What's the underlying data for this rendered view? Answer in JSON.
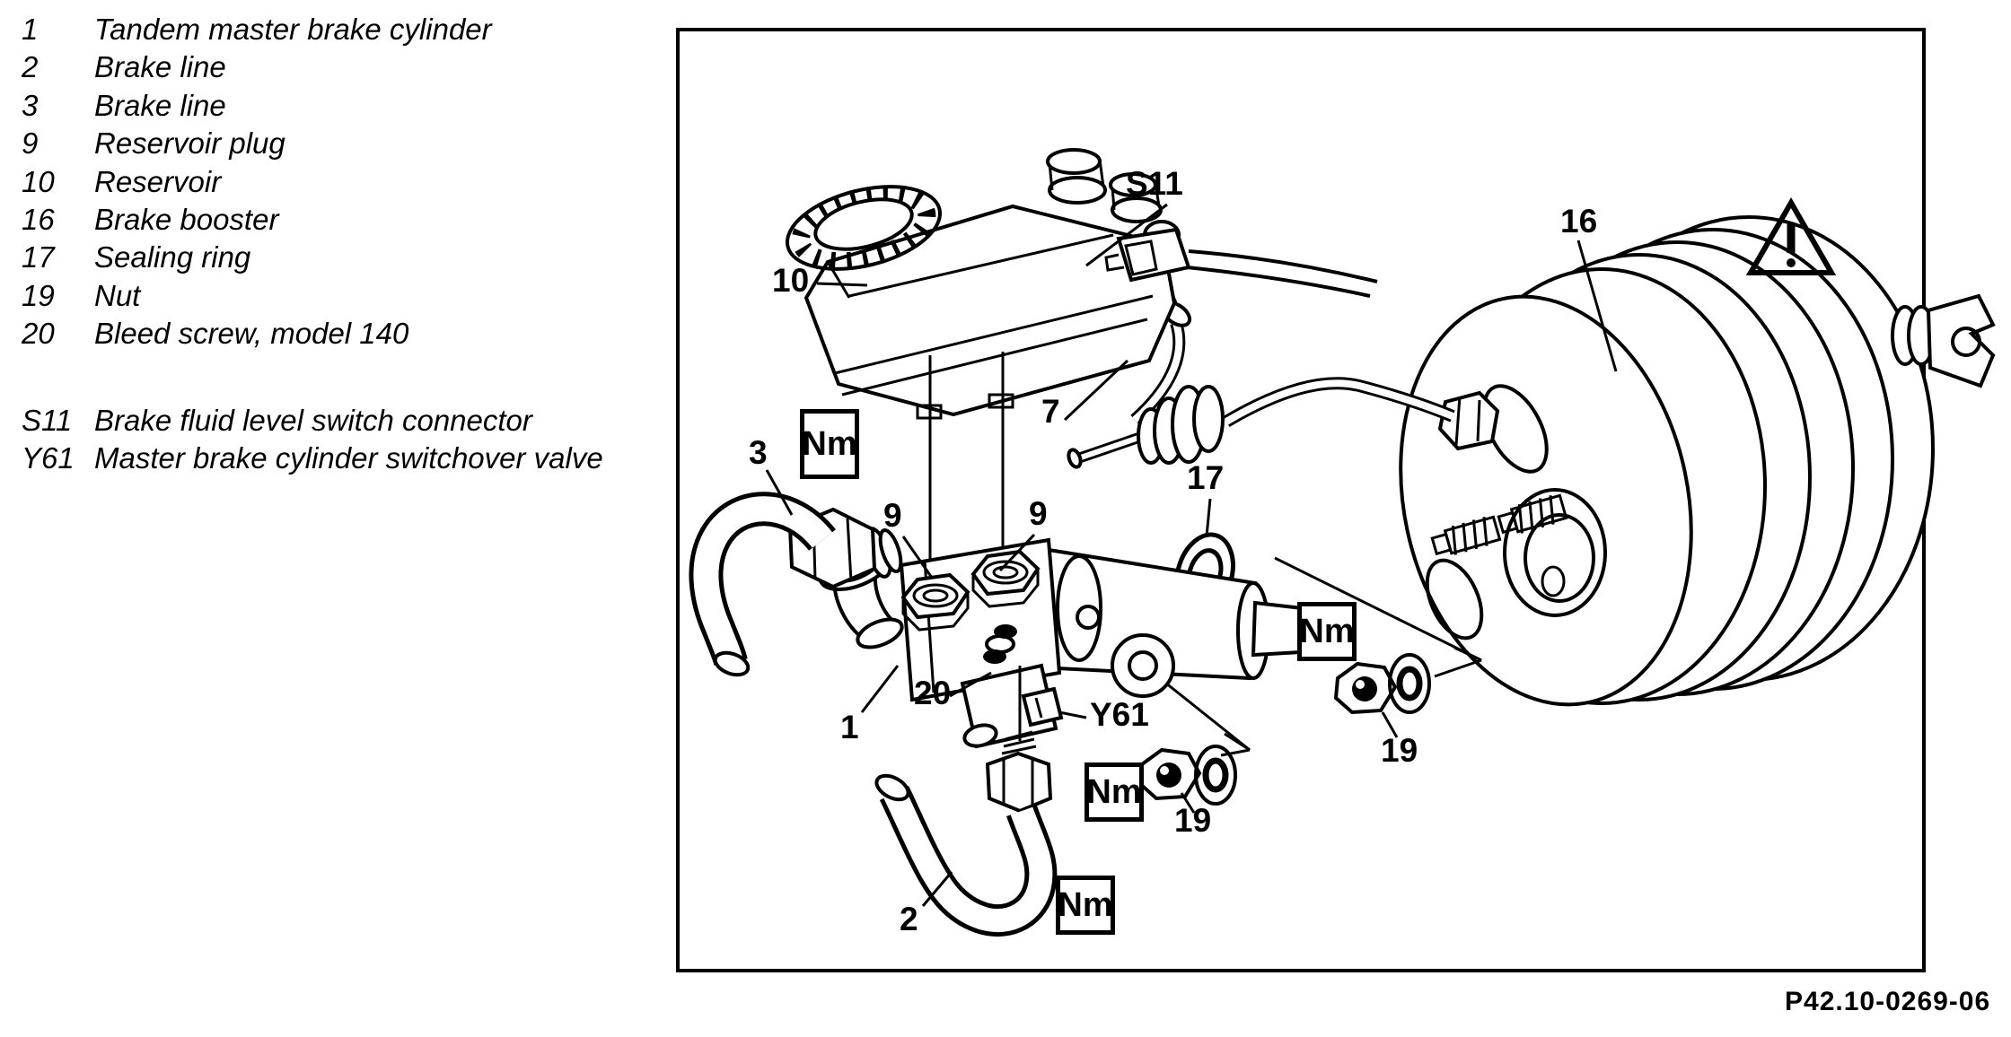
{
  "page": {
    "background_color": "#ffffff",
    "ink_color": "#000000"
  },
  "legend": {
    "items": [
      {
        "id": "1",
        "label": "Tandem master brake cylinder"
      },
      {
        "id": "2",
        "label": "Brake line"
      },
      {
        "id": "3",
        "label": "Brake line"
      },
      {
        "id": "9",
        "label": "Reservoir plug"
      },
      {
        "id": "10",
        "label": "Reservoir"
      },
      {
        "id": "16",
        "label": "Brake booster"
      },
      {
        "id": "17",
        "label": "Sealing ring"
      },
      {
        "id": "19",
        "label": "Nut"
      },
      {
        "id": "20",
        "label": "Bleed screw, model 140"
      }
    ],
    "electrical_items": [
      {
        "id": "S11",
        "label": "Brake fluid level switch connector"
      },
      {
        "id": "Y61",
        "label": "Master brake cylinder switchover valve"
      }
    ]
  },
  "diagram": {
    "figure_code": "P42.10-0269-06",
    "torque_symbol": "Nm",
    "callouts": {
      "s11": "S11",
      "r10": "10",
      "line7": "7",
      "line3": "3",
      "plug9_left": "9",
      "plug9_right": "9",
      "seal17": "17",
      "booster16": "16",
      "bleed20": "20",
      "cyl1": "1",
      "valve_y61": "Y61",
      "line2": "2",
      "nut19_bottom": "19",
      "nut19_right": "19"
    }
  }
}
